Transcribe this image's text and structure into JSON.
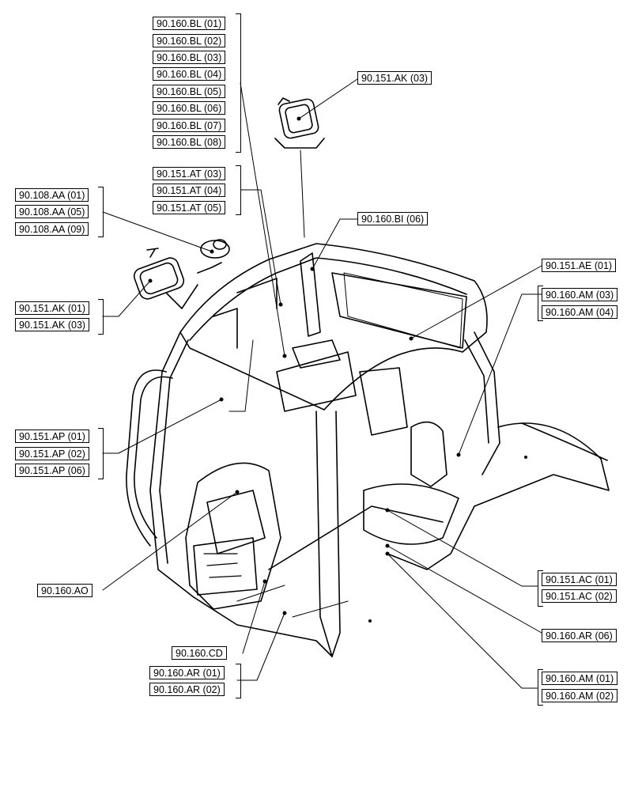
{
  "callouts": {
    "bl": [
      "90.160.BL (01)",
      "90.160.BL (02)",
      "90.160.BL (03)",
      "90.160.BL (04)",
      "90.160.BL (05)",
      "90.160.BL (06)",
      "90.160.BL (07)",
      "90.160.BL (08)"
    ],
    "ak_top": "90.151.AK (03)",
    "at": [
      "90.151.AT (03)",
      "90.151.AT (04)",
      "90.151.AT (05)"
    ],
    "aa": [
      "90.108.AA (01)",
      "90.108.AA (05)",
      "90.108.AA (09)"
    ],
    "bi": "90.160.BI (06)",
    "ae": "90.151.AE (01)",
    "am_upper": [
      "90.160.AM (03)",
      "90.160.AM (04)"
    ],
    "ak_left": [
      "90.151.AK (01)",
      "90.151.AK (03)"
    ],
    "ap": [
      "90.151.AP (01)",
      "90.151.AP (02)",
      "90.151.AP (06)"
    ],
    "ao": "90.160.AO",
    "ac": [
      "90.151.AC (01)",
      "90.151.AC (02)"
    ],
    "ar06": "90.160.AR (06)",
    "cd": "90.160.CD",
    "ar_low": [
      "90.160.AR (01)",
      "90.160.AR (02)"
    ],
    "am_lower": [
      "90.160.AM (01)",
      "90.160.AM (02)"
    ]
  }
}
